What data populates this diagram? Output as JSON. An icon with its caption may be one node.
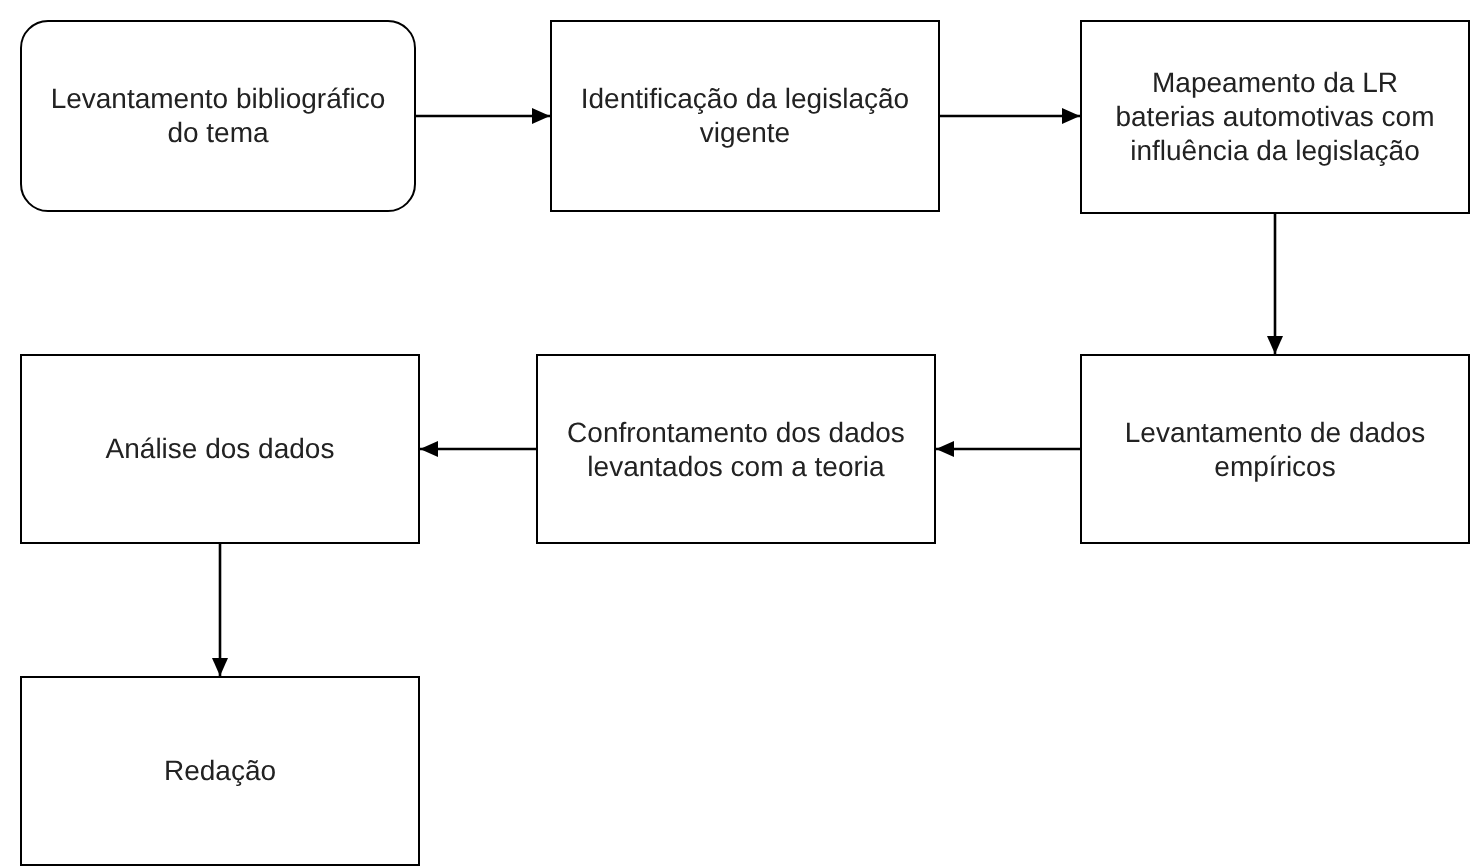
{
  "diagram": {
    "nodes": [
      {
        "text": [
          "Levantamento bibliográfico do tema"
        ]
      },
      {
        "text": [
          "Identificação da legislação vigente"
        ]
      },
      {
        "text": [
          "Mapeamento da LR baterias automotivas com influência da legislação"
        ]
      },
      {
        "text": [
          "Levantamento de dados empíricos"
        ]
      },
      {
        "text": [
          "Confrontamento dos dados levantados com a teoria"
        ]
      },
      {
        "text": [
          "Análise dos dados"
        ]
      },
      {
        "text": [
          "Redação"
        ]
      }
    ],
    "edges": [
      {
        "from": 0,
        "to": 1,
        "arrow": "to"
      },
      {
        "from": 1,
        "to": 2,
        "arrow": "to"
      },
      {
        "from": 2,
        "to": 3,
        "arrow": "to"
      },
      {
        "from": 3,
        "to": 4,
        "arrow": "to"
      },
      {
        "from": 4,
        "to": 5,
        "arrow": "to"
      },
      {
        "from": 5,
        "to": 6,
        "arrow": "to"
      }
    ]
  }
}
